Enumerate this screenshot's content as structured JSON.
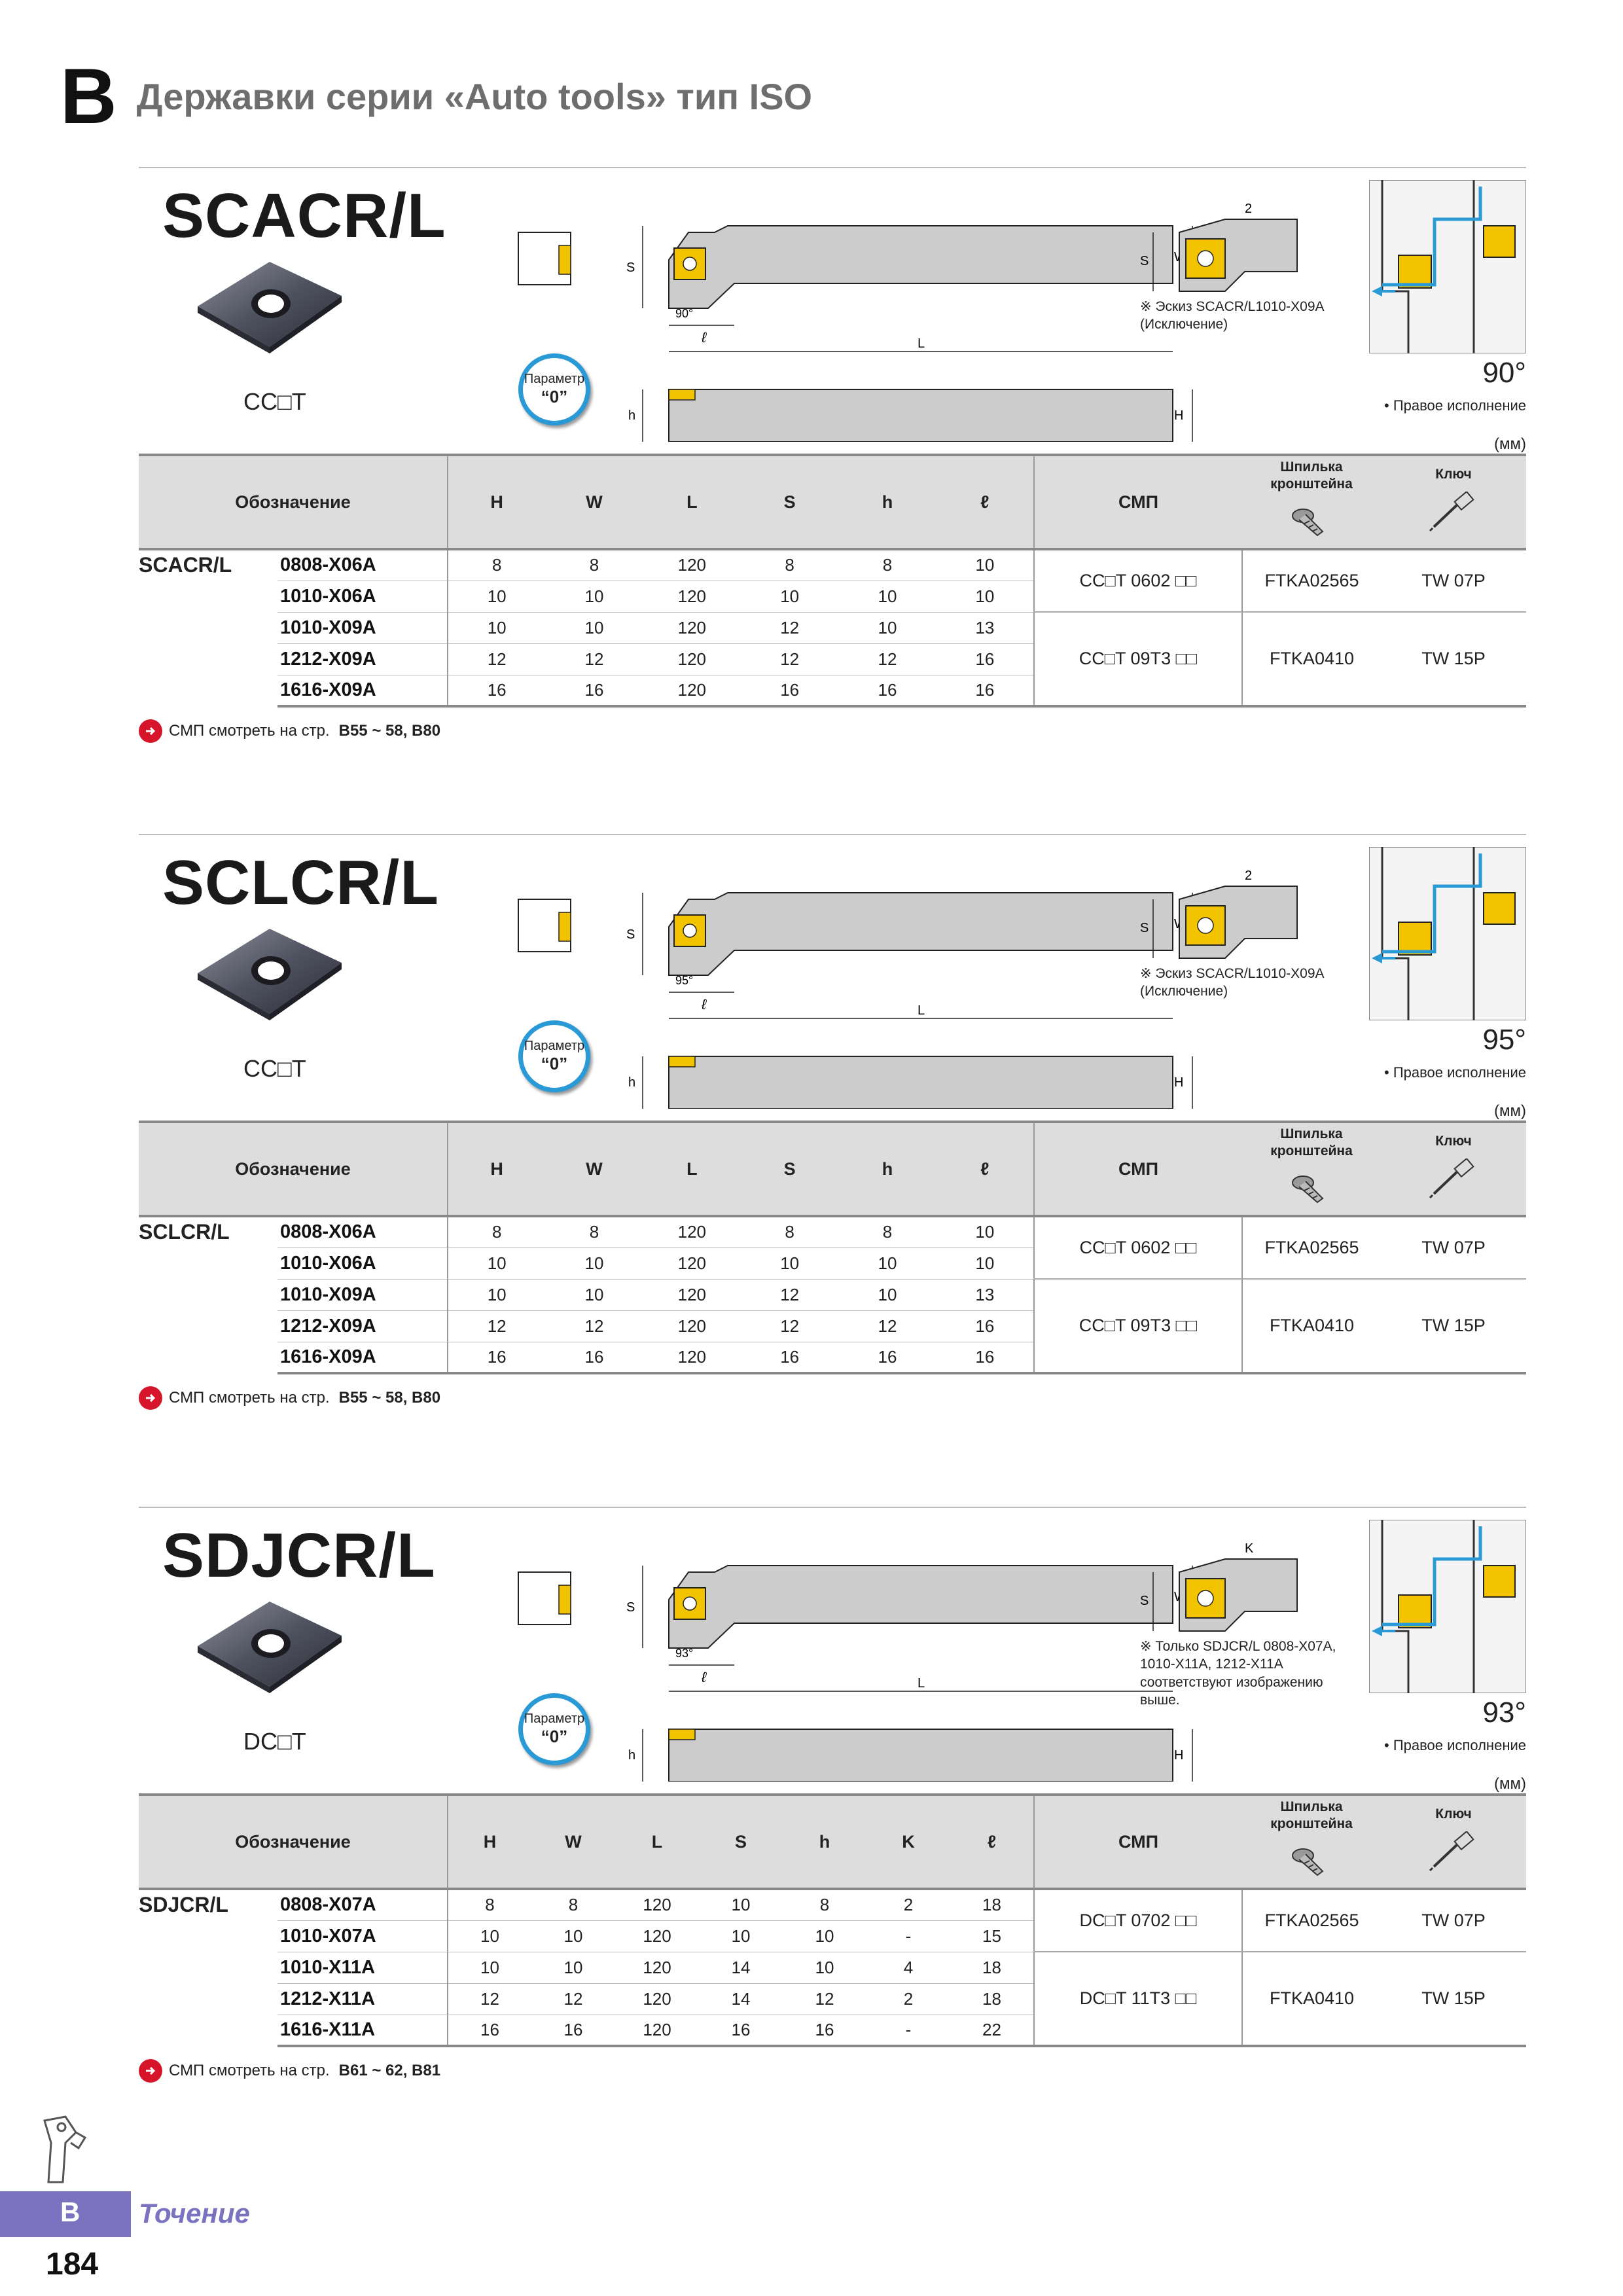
{
  "header": {
    "letter": "B",
    "title": "Державки серии «Auto tools» тип ISO"
  },
  "sections": [
    {
      "name": "SCACR/L",
      "insert": "CC□T",
      "param": {
        "label": "Параметр",
        "value": "“0”"
      },
      "dims": {
        "s": "S",
        "w": "W",
        "l": "ℓ",
        "L": "L",
        "h": "h",
        "H": "H",
        "angle": "90°",
        "two": "2"
      },
      "note": "※ Эскиз SCACR/L1010-X09A (Исключение)",
      "angle": "90°",
      "hand": "• Правое исполнение",
      "unit": "(мм)",
      "headers": {
        "designation": "Обозначение",
        "H": "H",
        "W": "W",
        "L": "L",
        "S": "S",
        "h": "h",
        "l": "ℓ",
        "smp": "СМП",
        "screw": "Шпилька кронштейна",
        "key": "Ключ"
      },
      "family": "SCACR/L",
      "rows": [
        {
          "code": "0808-X06A",
          "H": "8",
          "W": "8",
          "L": "120",
          "S": "8",
          "h": "8",
          "l": "10"
        },
        {
          "code": "1010-X06A",
          "H": "10",
          "W": "10",
          "L": "120",
          "S": "10",
          "h": "10",
          "l": "10"
        },
        {
          "code": "1010-X09A",
          "H": "10",
          "W": "10",
          "L": "120",
          "S": "12",
          "h": "10",
          "l": "13"
        },
        {
          "code": "1212-X09A",
          "H": "12",
          "W": "12",
          "L": "120",
          "S": "12",
          "h": "12",
          "l": "16"
        },
        {
          "code": "1616-X09A",
          "H": "16",
          "W": "16",
          "L": "120",
          "S": "16",
          "h": "16",
          "l": "16"
        }
      ],
      "groups": [
        {
          "smp": "CC□T 0602 □□",
          "screw": "FTKA02565",
          "key": "TW 07P"
        },
        {
          "smp": "CC□T 09T3 □□",
          "screw": "FTKA0410",
          "key": "TW 15P"
        }
      ],
      "ref": {
        "text": "СМП смотреть на стр.",
        "pages": "B55 ~ 58, B80"
      }
    },
    {
      "name": "SCLCR/L",
      "insert": "CC□T",
      "param": {
        "label": "Параметр",
        "value": "“0”"
      },
      "dims": {
        "s": "S",
        "w": "W",
        "l": "ℓ",
        "L": "L",
        "h": "h",
        "H": "H",
        "angle": "95°",
        "angle2": "95°",
        "two": "2"
      },
      "note": "※ Эскиз SCACR/L1010-X09A (Исключение)",
      "angle": "95°",
      "hand": "• Правое исполнение",
      "unit": "(мм)",
      "headers": {
        "designation": "Обозначение",
        "H": "H",
        "W": "W",
        "L": "L",
        "S": "S",
        "h": "h",
        "l": "ℓ",
        "smp": "СМП",
        "screw": "Шпилька кронштейна",
        "key": "Ключ"
      },
      "family": "SCLCR/L",
      "rows": [
        {
          "code": "0808-X06A",
          "H": "8",
          "W": "8",
          "L": "120",
          "S": "8",
          "h": "8",
          "l": "10"
        },
        {
          "code": "1010-X06A",
          "H": "10",
          "W": "10",
          "L": "120",
          "S": "10",
          "h": "10",
          "l": "10"
        },
        {
          "code": "1010-X09A",
          "H": "10",
          "W": "10",
          "L": "120",
          "S": "12",
          "h": "10",
          "l": "13"
        },
        {
          "code": "1212-X09A",
          "H": "12",
          "W": "12",
          "L": "120",
          "S": "12",
          "h": "12",
          "l": "16"
        },
        {
          "code": "1616-X09A",
          "H": "16",
          "W": "16",
          "L": "120",
          "S": "16",
          "h": "16",
          "l": "16"
        }
      ],
      "groups": [
        {
          "smp": "CC□T 0602 □□",
          "screw": "FTKA02565",
          "key": "TW 07P"
        },
        {
          "smp": "CC□T 09T3 □□",
          "screw": "FTKA0410",
          "key": "TW 15P"
        }
      ],
      "ref": {
        "text": "СМП смотреть на стр.",
        "pages": "B55 ~ 58, B80"
      }
    },
    {
      "name": "SDJCR/L",
      "insert": "DC□T",
      "param": {
        "label": "Параметр",
        "value": "“0”"
      },
      "dims": {
        "s": "S",
        "w": "W",
        "l": "ℓ",
        "L": "L",
        "h": "h",
        "H": "H",
        "angle": "93°",
        "two": "K"
      },
      "note": "※ Только SDJCR/L 0808-X07A, 1010-X11A, 1212-X11A соответствуют изображению выше.",
      "angle": "93°",
      "hand": "• Правое исполнение",
      "unit": "(мм)",
      "headers": {
        "designation": "Обозначение",
        "H": "H",
        "W": "W",
        "L": "L",
        "S": "S",
        "h": "h",
        "K": "K",
        "l": "ℓ",
        "smp": "СМП",
        "screw": "Шпилька кронштейна",
        "key": "Ключ"
      },
      "family": "SDJCR/L",
      "rows": [
        {
          "code": "0808-X07A",
          "H": "8",
          "W": "8",
          "L": "120",
          "S": "10",
          "h": "8",
          "K": "2",
          "l": "18"
        },
        {
          "code": "1010-X07A",
          "H": "10",
          "W": "10",
          "L": "120",
          "S": "10",
          "h": "10",
          "K": "-",
          "l": "15"
        },
        {
          "code": "1010-X11A",
          "H": "10",
          "W": "10",
          "L": "120",
          "S": "14",
          "h": "10",
          "K": "4",
          "l": "18"
        },
        {
          "code": "1212-X11A",
          "H": "12",
          "W": "12",
          "L": "120",
          "S": "14",
          "h": "12",
          "K": "2",
          "l": "18"
        },
        {
          "code": "1616-X11A",
          "H": "16",
          "W": "16",
          "L": "120",
          "S": "16",
          "h": "16",
          "K": "-",
          "l": "22"
        }
      ],
      "groups": [
        {
          "smp": "DC□T 0702 □□",
          "screw": "FTKA02565",
          "key": "TW 07P"
        },
        {
          "smp": "DC□T 11T3 □□",
          "screw": "FTKA0410",
          "key": "TW 15P"
        }
      ],
      "ref": {
        "text": "СМП смотреть на стр.",
        "pages": "B61 ~ 62, B81"
      }
    }
  ],
  "footer": {
    "letter": "B",
    "word": "Точение",
    "page": "184"
  },
  "colors": {
    "insert": "#f2c400",
    "tool": "#cccccc",
    "accent": "#2a9ad6",
    "footer": "#7b73c0",
    "ref": "#d6142a"
  }
}
